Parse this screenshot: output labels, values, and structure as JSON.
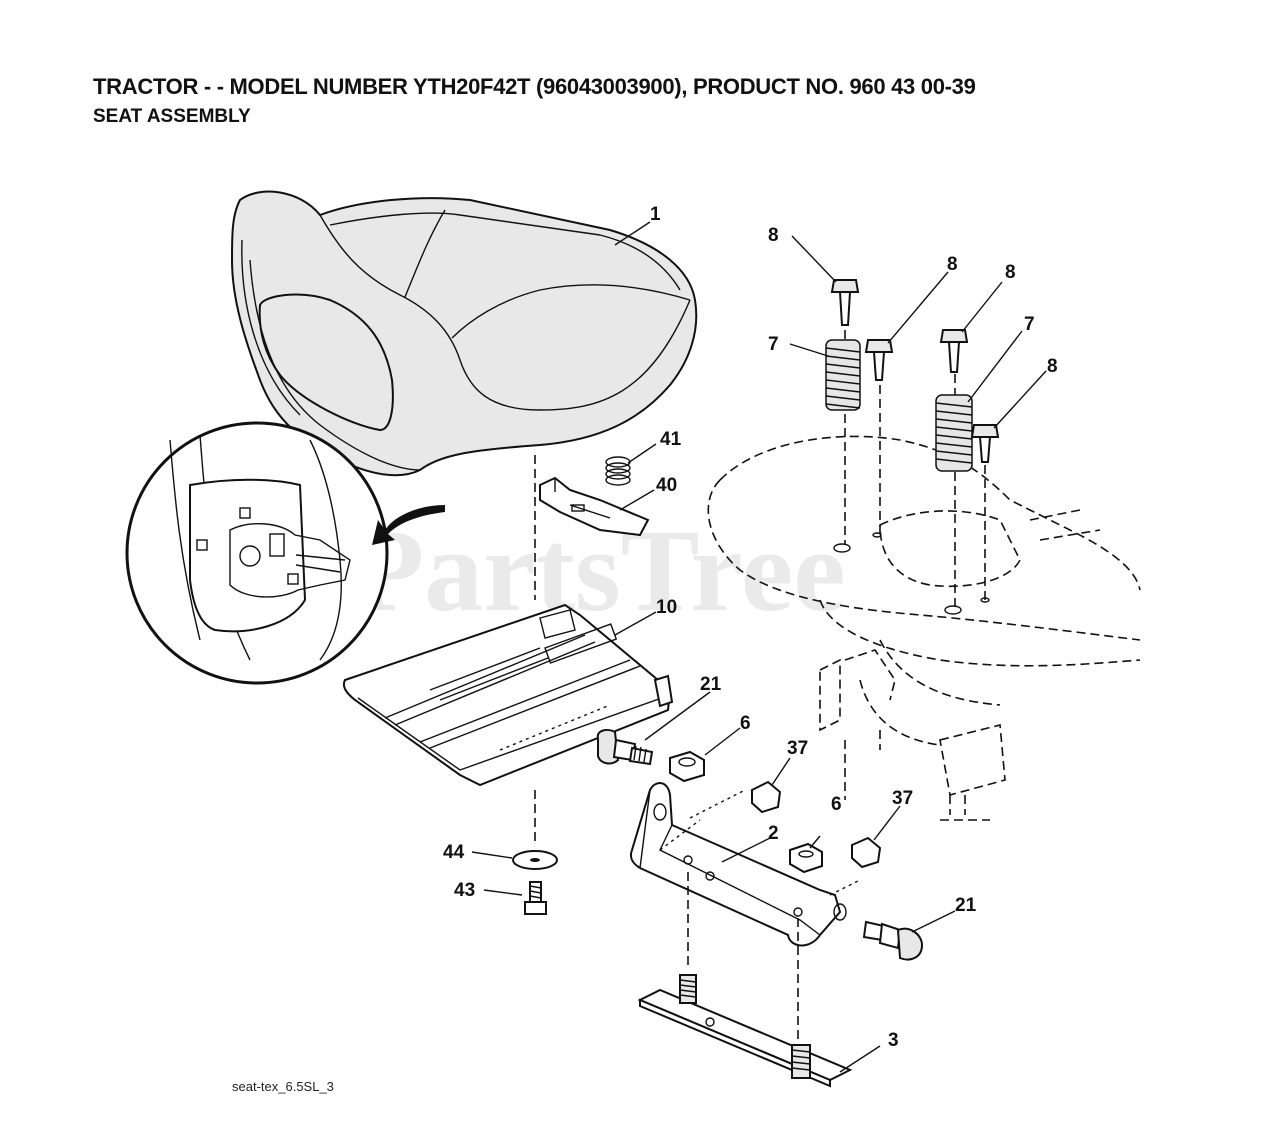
{
  "header": {
    "title": "TRACTOR - - MODEL NUMBER YTH20F42T (96043003900), PRODUCT NO. 960 43 00-39",
    "subtitle": "SEAT ASSEMBLY"
  },
  "watermark": "PartsTree",
  "footer": {
    "code": "seat-tex_6.5SL_3"
  },
  "callouts": {
    "seat": "1",
    "bracket": "2",
    "plate": "3",
    "nut_left": "6",
    "nut_right": "6",
    "spring_left": "7",
    "spring_right": "7",
    "bolt_a": "8",
    "bolt_b": "8",
    "bolt_c": "8",
    "bolt_d": "8",
    "seat_pan": "10",
    "shoulder_bolt_left": "21",
    "shoulder_bolt_right": "21",
    "locknut_left": "37",
    "locknut_right": "37",
    "switch_bracket": "40",
    "small_spring": "41",
    "bolt_small": "43",
    "washer": "44"
  }
}
